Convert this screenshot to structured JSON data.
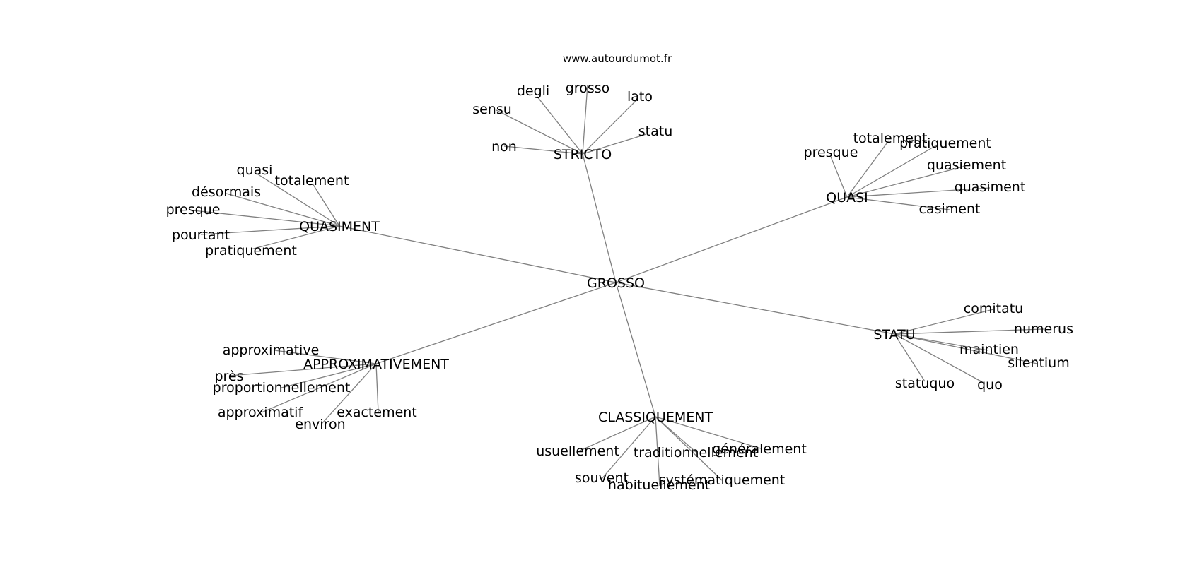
{
  "site": "www.autourdumot.fr",
  "graph": {
    "center": "GROSSO",
    "hubs": {
      "stricto": {
        "label": "STRICTO",
        "leaves": [
          "non",
          "sensu",
          "degli",
          "grosso",
          "lato",
          "statu"
        ]
      },
      "quasi": {
        "label": "QUASI",
        "leaves": [
          "presque",
          "totalement",
          "pratiquement",
          "quasiement",
          "quasiment",
          "casiment"
        ]
      },
      "quasiment": {
        "label": "QUASIMENT",
        "leaves": [
          "quasi",
          "totalement",
          "désormais",
          "presque",
          "pourtant",
          "pratiquement"
        ]
      },
      "statu": {
        "label": "STATU",
        "leaves": [
          "comitatu",
          "numerus",
          "maintien",
          "silentium",
          "statuquo",
          "quo"
        ]
      },
      "approximativement": {
        "label": "APPROXIMATIVEMENT",
        "leaves": [
          "approximative",
          "près",
          "proportionnellement",
          "approximatif",
          "environ",
          "exactement"
        ]
      },
      "classiquement": {
        "label": "CLASSIQUEMENT",
        "leaves": [
          "usuellement",
          "souvent",
          "habituellement",
          "traditionnellement",
          "généralement",
          "systématiquement"
        ]
      }
    }
  }
}
